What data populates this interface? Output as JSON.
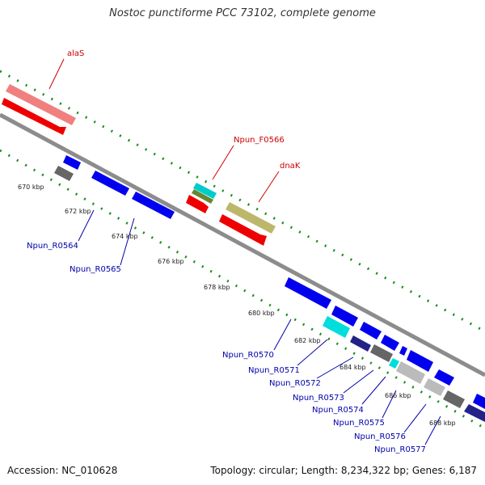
{
  "title": "Nostoc punctiforme PCC 73102, complete genome",
  "footer": {
    "accession": "Accession: NC_010628",
    "summary": "Topology: circular; Length: 8,234,322 bp; Genes: 6,187"
  },
  "colors": {
    "backbone": "#8c8c8c",
    "tick": "#1a8c1a",
    "label_forward": "#cc0000",
    "label_reverse": "#0000aa",
    "ruler_text": "#222222"
  },
  "ruler": [
    "670 kbp",
    "672 kbp",
    "674 kbp",
    "676 kbp",
    "678 kbp",
    "680 kbp",
    "682 kbp",
    "684 kbp",
    "686 kbp",
    "688 kbp"
  ],
  "forward_labels": [
    "alaS",
    "Npun_F0566",
    "dnaK"
  ],
  "reverse_labels": [
    "Npun_R0564",
    "Npun_R0565",
    "Npun_R0570",
    "Npun_R0571",
    "Npun_R0572",
    "Npun_R0573",
    "Npun_R0574",
    "Npun_R0575",
    "Npun_R0576",
    "Npun_R0577"
  ]
}
